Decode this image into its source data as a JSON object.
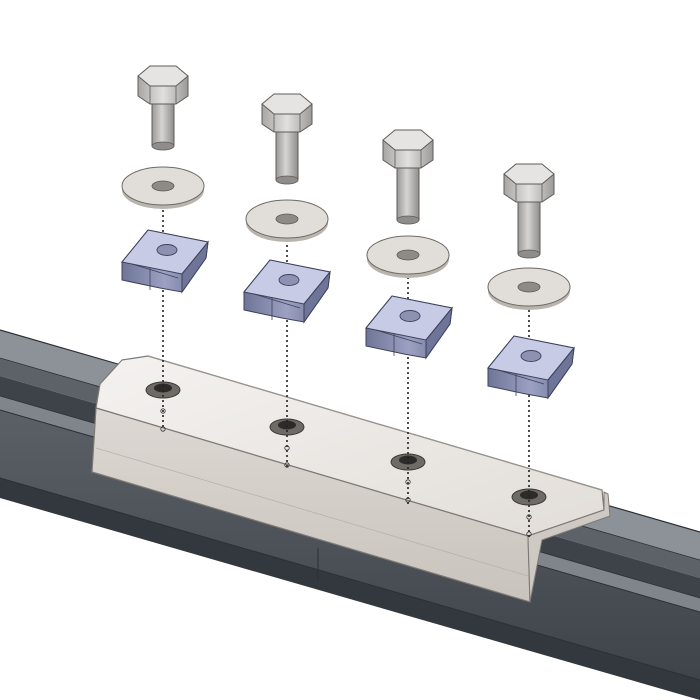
{
  "figure": {
    "kind": "exploded-assembly-illustration",
    "background": "#ffffff"
  },
  "parts": {
    "channel_rail": {
      "color_dark": "#4a4f55",
      "color_mid": "#6c7177",
      "color_light": "#9aa0a6"
    },
    "splice_plate": {
      "color_face": "#ece9e6",
      "color_side": "#d2cdc8",
      "color_edge": "#8a8580"
    },
    "hex_bolts": {
      "count": 4,
      "color_head": "#dedcda",
      "color_shank": "#b9b7b5"
    },
    "flat_washers": {
      "count": 4,
      "color": "#dcd8d4"
    },
    "channel_nuts": {
      "count": 4,
      "color_top": "#c7cbe6",
      "color_side": "#7e84a8"
    },
    "alignment_lines": {
      "style": "dashed",
      "color": "#222222"
    }
  },
  "icons": [
    "hex-bolt-icon",
    "washer-icon",
    "channel-nut-icon",
    "dashed-axis-icon"
  ]
}
